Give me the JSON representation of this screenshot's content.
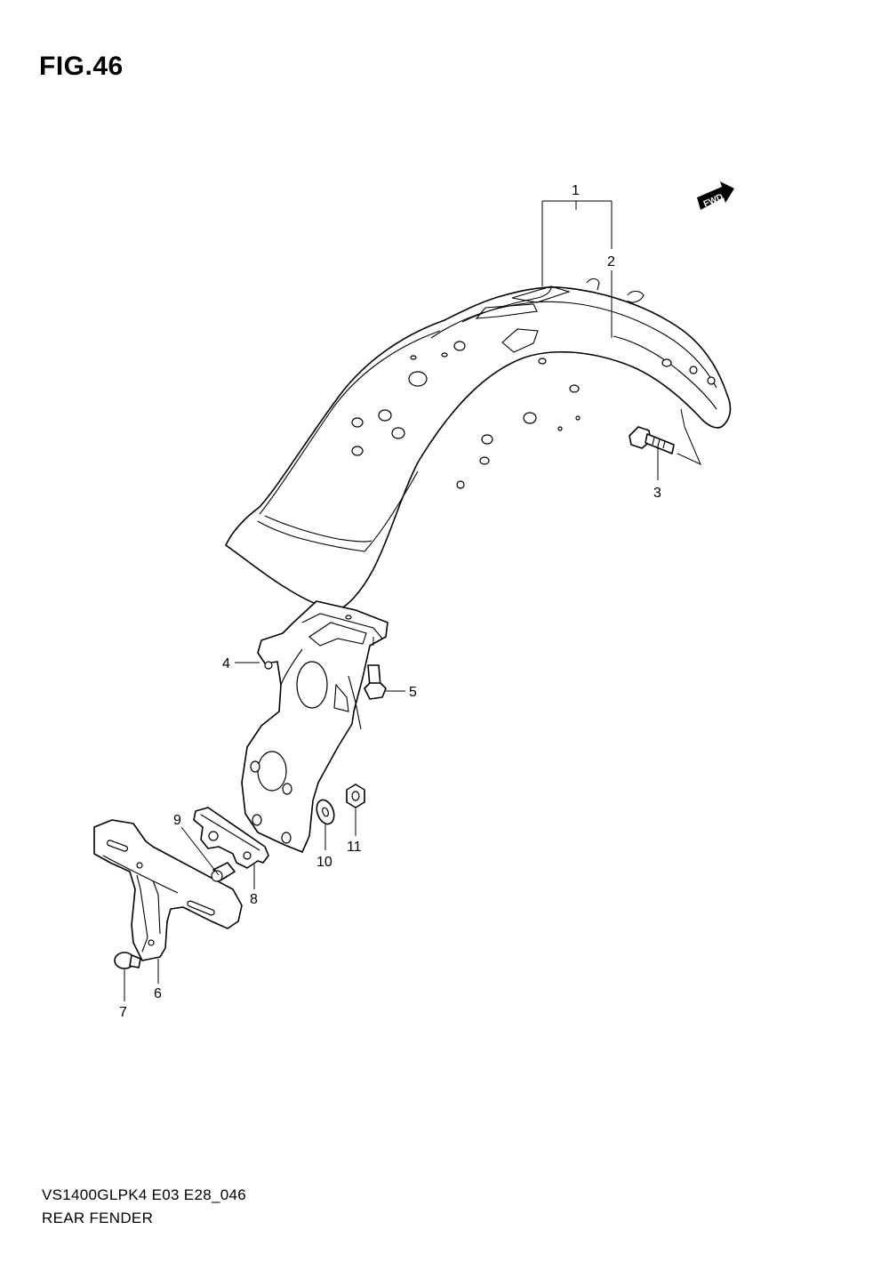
{
  "figure": {
    "title": "FIG.46",
    "model_code": "VS1400GLPK4 E03 E28_046",
    "name": "REAR FENDER"
  },
  "fwd_indicator": {
    "label": "FWD",
    "icon": "forward-arrow-icon"
  },
  "callouts": [
    {
      "id": "callout-1",
      "number": "1"
    },
    {
      "id": "callout-2",
      "number": "2"
    },
    {
      "id": "callout-3",
      "number": "3"
    },
    {
      "id": "callout-4",
      "number": "4"
    },
    {
      "id": "callout-5",
      "number": "5"
    },
    {
      "id": "callout-6",
      "number": "6"
    },
    {
      "id": "callout-7",
      "number": "7"
    },
    {
      "id": "callout-8",
      "number": "8"
    },
    {
      "id": "callout-9",
      "number": "9"
    },
    {
      "id": "callout-10",
      "number": "10"
    },
    {
      "id": "callout-11",
      "number": "11"
    }
  ]
}
